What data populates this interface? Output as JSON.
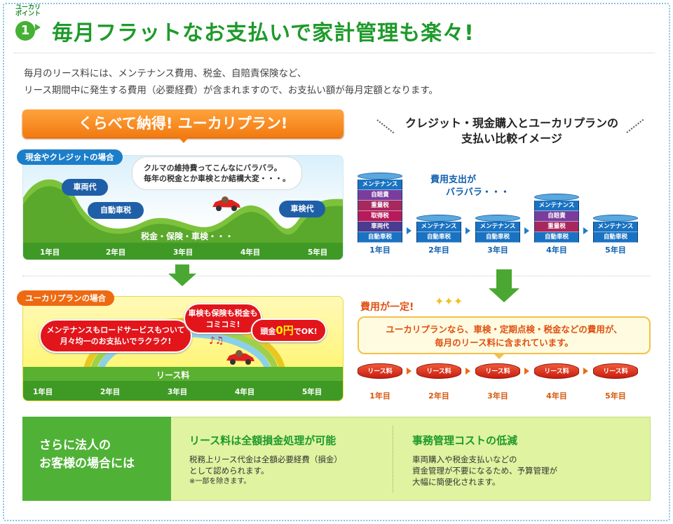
{
  "point": {
    "label_line1": "ユーカリ",
    "label_line2": "ポイント",
    "number": "1"
  },
  "headline": "毎月フラットなお支払いで家計管理も楽々!",
  "intro": {
    "line1": "毎月のリース料には、メンテナンス費用、税金、自賠責保険など、",
    "line2": "リース期間中に発生する費用（必要経費）が含まれますので、お支払い額が毎月定額となります。"
  },
  "banner": "くらべて納得! ユーカリプラン!",
  "cash_case": {
    "tag": "現金やクレジットの場合",
    "bubble_line1": "クルマの維持費ってこんなにバラバラ。",
    "bubble_line2": "毎年の税金とか車検とか結構大変・・・。",
    "labels": [
      "車両代",
      "自動車税",
      "車検代"
    ],
    "hill_text": "税金・保険・車検・・・",
    "years": [
      "1年目",
      "2年目",
      "3年目",
      "4年目",
      "5年目"
    ]
  },
  "plan_case": {
    "tag": "ユーカリプランの場合",
    "bubble1_line1": "メンテナンスもロードサービスもついて",
    "bubble1_line2": "月々均一のお支払いでラクラク!",
    "bubble2_line1": "車検も保険も税金も",
    "bubble2_line2": "コミコミ!",
    "bubble3_pre": "頭金",
    "bubble3_num": "0円",
    "bubble3_post": "でOK!",
    "lease_label": "リース料",
    "years": [
      "1年目",
      "2年目",
      "3年目",
      "4年目",
      "5年目"
    ]
  },
  "compare": {
    "title_line1": "クレジット・現金購入とユーカリプランの",
    "title_line2": "支払い比較イメージ",
    "scatter_label_line1": "費用支出が",
    "scatter_label_line2": "バラバラ・・・",
    "stacks": [
      {
        "year": "1年目",
        "layers": [
          {
            "label": "メンテナンス",
            "color": "#1a73c2"
          },
          {
            "label": "自賠責",
            "color": "#7a3d9c"
          },
          {
            "label": "重量税",
            "color": "#a7285c"
          },
          {
            "label": "取得税",
            "color": "#b8195a"
          },
          {
            "label": "車両代",
            "color": "#4a3c90"
          },
          {
            "label": "自動車税",
            "color": "#1a73c2"
          }
        ]
      },
      {
        "year": "2年目",
        "layers": [
          {
            "label": "メンテナンス",
            "color": "#1a73c2"
          },
          {
            "label": "自動車税",
            "color": "#1a73c2"
          }
        ]
      },
      {
        "year": "3年目",
        "layers": [
          {
            "label": "メンテナンス",
            "color": "#1a73c2"
          },
          {
            "label": "自動車税",
            "color": "#1a73c2"
          }
        ]
      },
      {
        "year": "4年目",
        "layers": [
          {
            "label": "メンテナンス",
            "color": "#1a73c2"
          },
          {
            "label": "自賠責",
            "color": "#7a3d9c"
          },
          {
            "label": "重量税",
            "color": "#a7285c"
          },
          {
            "label": "自動車税",
            "color": "#1a73c2"
          }
        ]
      },
      {
        "year": "5年目",
        "layers": [
          {
            "label": "メンテナンス",
            "color": "#1a73c2"
          },
          {
            "label": "自動車税",
            "color": "#1a73c2"
          }
        ]
      }
    ],
    "fixed_label": "費用が一定!",
    "info_line1": "ユーカリプランなら、車検・定期点検・税金などの費用が、",
    "info_line2": "毎月のリース料に含まれています。",
    "lease_discs": [
      {
        "label": "リース料",
        "year": "1年目"
      },
      {
        "label": "リース料",
        "year": "2年目"
      },
      {
        "label": "リース料",
        "year": "3年目"
      },
      {
        "label": "リース料",
        "year": "4年目"
      },
      {
        "label": "リース料",
        "year": "5年目"
      }
    ]
  },
  "corporate": {
    "left_line1": "さらに法人の",
    "left_line2": "お客様の場合には",
    "col1_title": "リース料は全額損金処理が可能",
    "col1_line1": "税務上リース代金は全額必要経費（損金）",
    "col1_line2": "として認められます。",
    "col1_note": "※一部を除きます。",
    "col2_title": "事務管理コストの低減",
    "col2_line1": "車両購入や税金支払いなどの",
    "col2_line2": "資金管理が不要になるため、予算管理が",
    "col2_line3": "大幅に簡便化されます。"
  }
}
